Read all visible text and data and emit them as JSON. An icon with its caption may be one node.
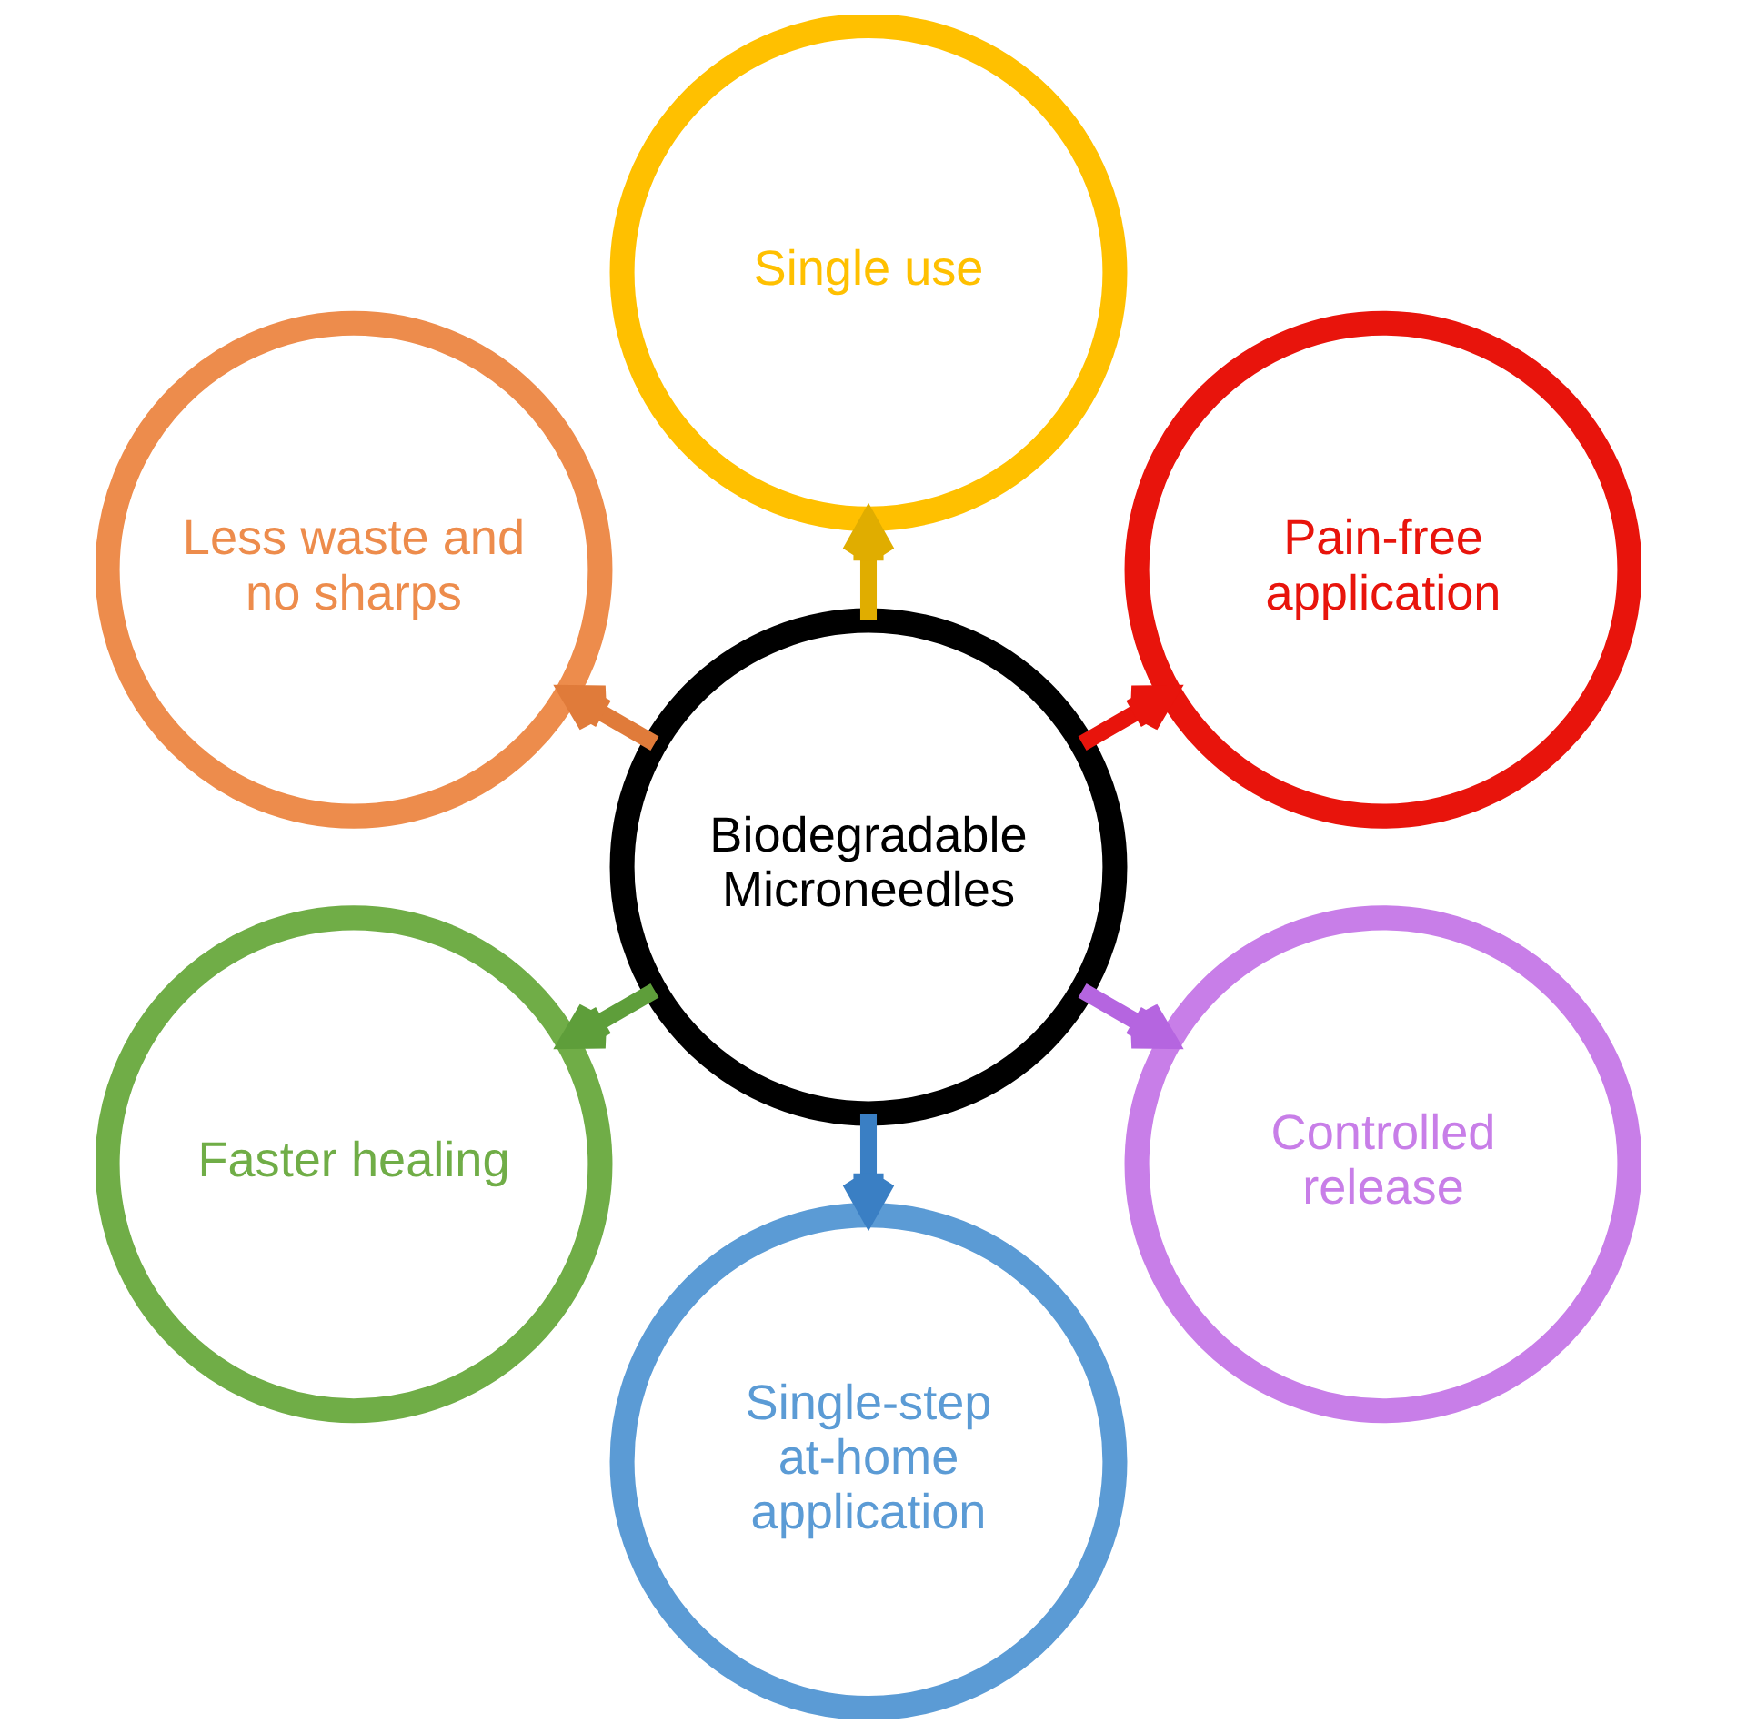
{
  "diagram": {
    "nodes": [
      {
        "text": [
          "Pain-free application"
        ]
      },
      {
        "text": [
          "Single use"
        ]
      },
      {
        "text": [
          "Less waste and no sharps"
        ]
      },
      {
        "text": [
          "Biodegradable Microneedles"
        ]
      },
      {
        "text": [
          "Faster healing"
        ]
      },
      {
        "text": [
          "Single-step at-home application"
        ]
      },
      {
        "text": [
          "Controlled release"
        ]
      }
    ],
    "edges": [
      {
        "from": 3,
        "to": 0,
        "arrow": "to",
        "color": "#e8140c"
      },
      {
        "from": 3,
        "to": 2,
        "arrow": "to",
        "color": "#e07b3a"
      },
      {
        "from": 3,
        "to": 5,
        "arrow": "to",
        "color": "#3a7fc4"
      },
      {
        "from": 3,
        "to": 6,
        "arrow": "to",
        "color": "#b565e0"
      },
      {
        "from": 3,
        "to": 4,
        "arrow": "to",
        "color": "#5e9e3a"
      },
      {
        "from": 3,
        "to": 1,
        "arrow": "to",
        "color": "#e0ad00"
      }
    ]
  }
}
